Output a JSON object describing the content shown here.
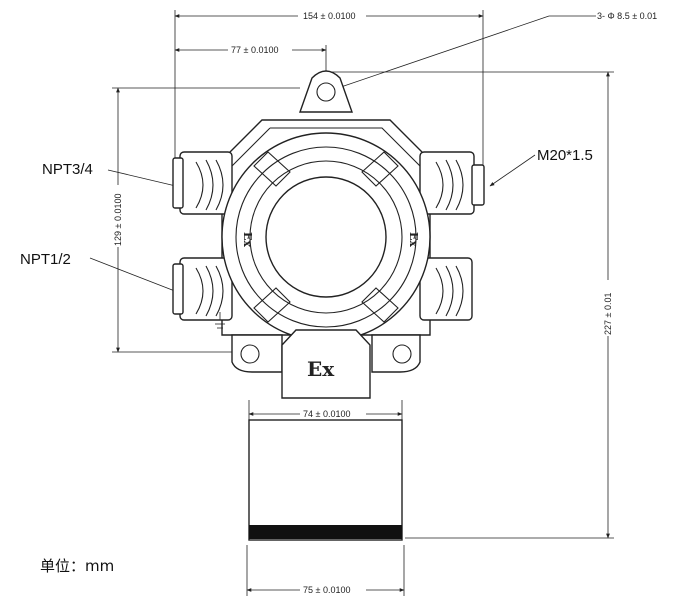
{
  "dimensions": {
    "overall_width": "154 ± 0.0100",
    "half_width": "77 ± 0.0100",
    "hole_spec": "3- Φ 8.5 ± 0.01",
    "port_spacing": "129 ± 0.0100",
    "total_height": "227 ± 0.01",
    "neck_width": "74 ± 0.0100",
    "sensor_width": "75 ± 0.0100"
  },
  "callouts": {
    "top_left_port": "NPT3/4",
    "bottom_left_port": "NPT1/2",
    "right_port": "M20*1.5"
  },
  "markings": {
    "ex_left": "Ex",
    "ex_right": "Ex",
    "ex_neck": "Ex",
    "ground_symbol": "ground-icon"
  },
  "unit_note": "单位：mm"
}
